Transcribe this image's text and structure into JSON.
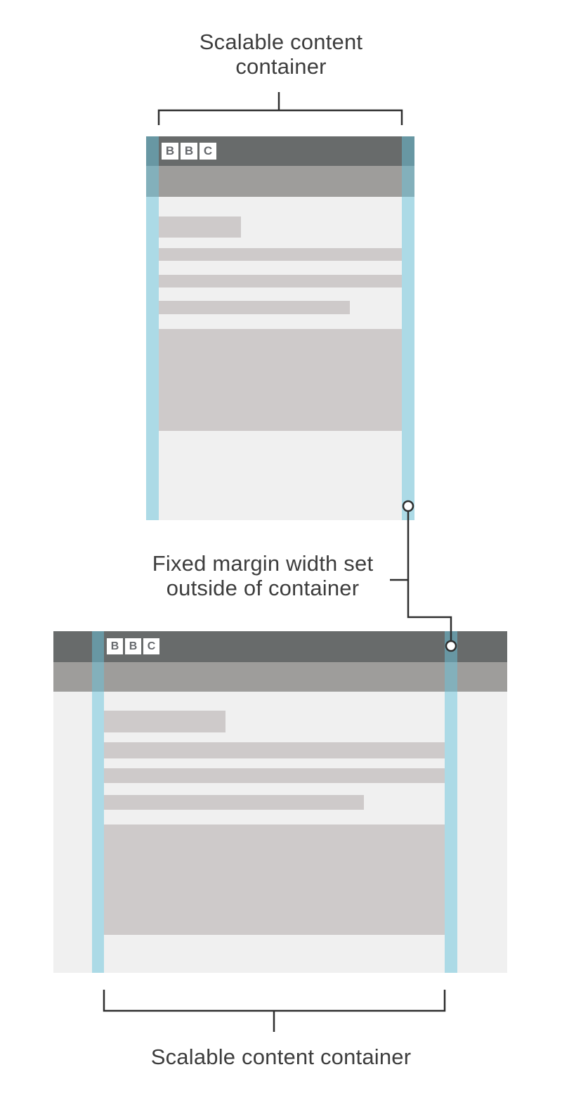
{
  "labels": {
    "top_line1": "Scalable content",
    "top_line2": "container",
    "middle_line1": "Fixed margin width set",
    "middle_line2": "outside of container",
    "bottom": "Scalable content container"
  },
  "logo": {
    "letters": [
      "B",
      "B",
      "C"
    ]
  },
  "colors": {
    "canvas_bg": "#ffffff",
    "header": "#686b6b",
    "subheader": "#9e9d9b",
    "content_bg": "#f0f0f0",
    "placeholder_bar": "#cecaca",
    "margin_overlay": "rgba(103,195,219,0.5)",
    "label_text": "#3d3d3d",
    "annotation_line": "#2e2e2e",
    "logo_box": "#ffffff",
    "logo_letter": "#66696d"
  }
}
